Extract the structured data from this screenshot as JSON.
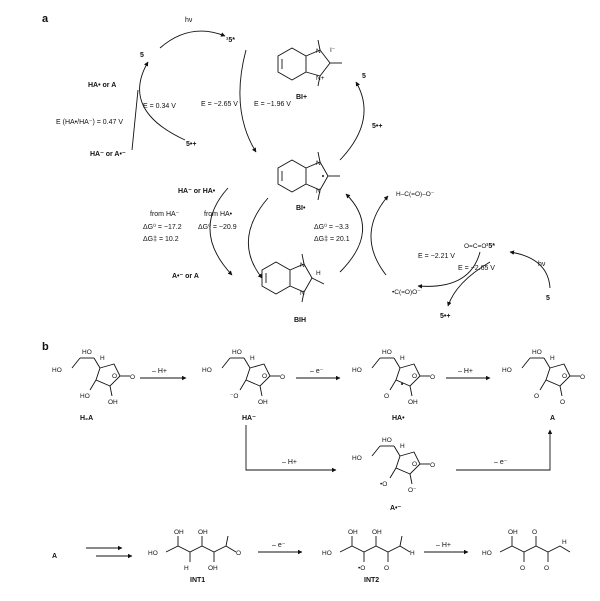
{
  "panel_a": {
    "label": "a",
    "hv_1": "hν",
    "five_left": "5",
    "five_ex_1": "¹5*",
    "ha_or_a_top": "HA• or A",
    "e_034": "E = 0.34 V",
    "e_ha_pair": "E (HA•/HA⁻) = 0.47 V",
    "ha_or_a_bottom": "HA⁻ or A•⁻",
    "five_rad_1": "5•+",
    "e_265_1": "E = −2.65 V",
    "e_196": "E = −1.96 V",
    "bi_plus": "BI+",
    "i_minus": "I⁻",
    "five_right": "5",
    "five_rad_2": "5•+",
    "bi_rad": "BI•",
    "ha_minus_or_ha": "HA⁻ or HA•",
    "from_ha_minus": "from HA⁻",
    "dg_172": "ΔG⁰ = −17.2",
    "dg_102": "ΔG‡ = 10.2",
    "from_ha_rad": "from HA•",
    "dg_209": "ΔG⁰ = −20.9",
    "dg_33": "ΔG⁰ = −3.3",
    "dg_201": "ΔG‡ = 20.1",
    "a_rad_or_a": "A•⁻ or A",
    "bih": "BIH",
    "formate": "H–C(=O)–O⁻",
    "co2": "O=C=O",
    "e_221": "E = −2.21 V",
    "e_265_2": "E = −2.65 V",
    "five_ex_2": "¹5*",
    "hv_2": "hν",
    "five_bottom": "5",
    "five_rad_3": "5•+",
    "co2_rad": "•C(=O)O⁻"
  },
  "panel_b": {
    "label": "b",
    "h2a": "H₂A",
    "step1": "– H+",
    "ha_minus": "HA⁻",
    "step2": "– e⁻",
    "ha_rad": "HA•",
    "step3": "– H+",
    "a": "A",
    "step4": "– H+",
    "a_rad_anion": "A•⁻",
    "step5": "– e⁻",
    "a_start": "A",
    "int1": "INT1",
    "step6": "– e⁻",
    "int2": "INT2",
    "step7": "– H+"
  },
  "atoms": {
    "O": "O",
    "OH": "OH",
    "HO": "HO",
    "H": "H",
    "N": "N",
    "minus_O": "⁻O",
    "rad_O": "•O",
    "O_minus": "O⁻",
    "N_plus": "N+",
    "C_rad": "C"
  }
}
